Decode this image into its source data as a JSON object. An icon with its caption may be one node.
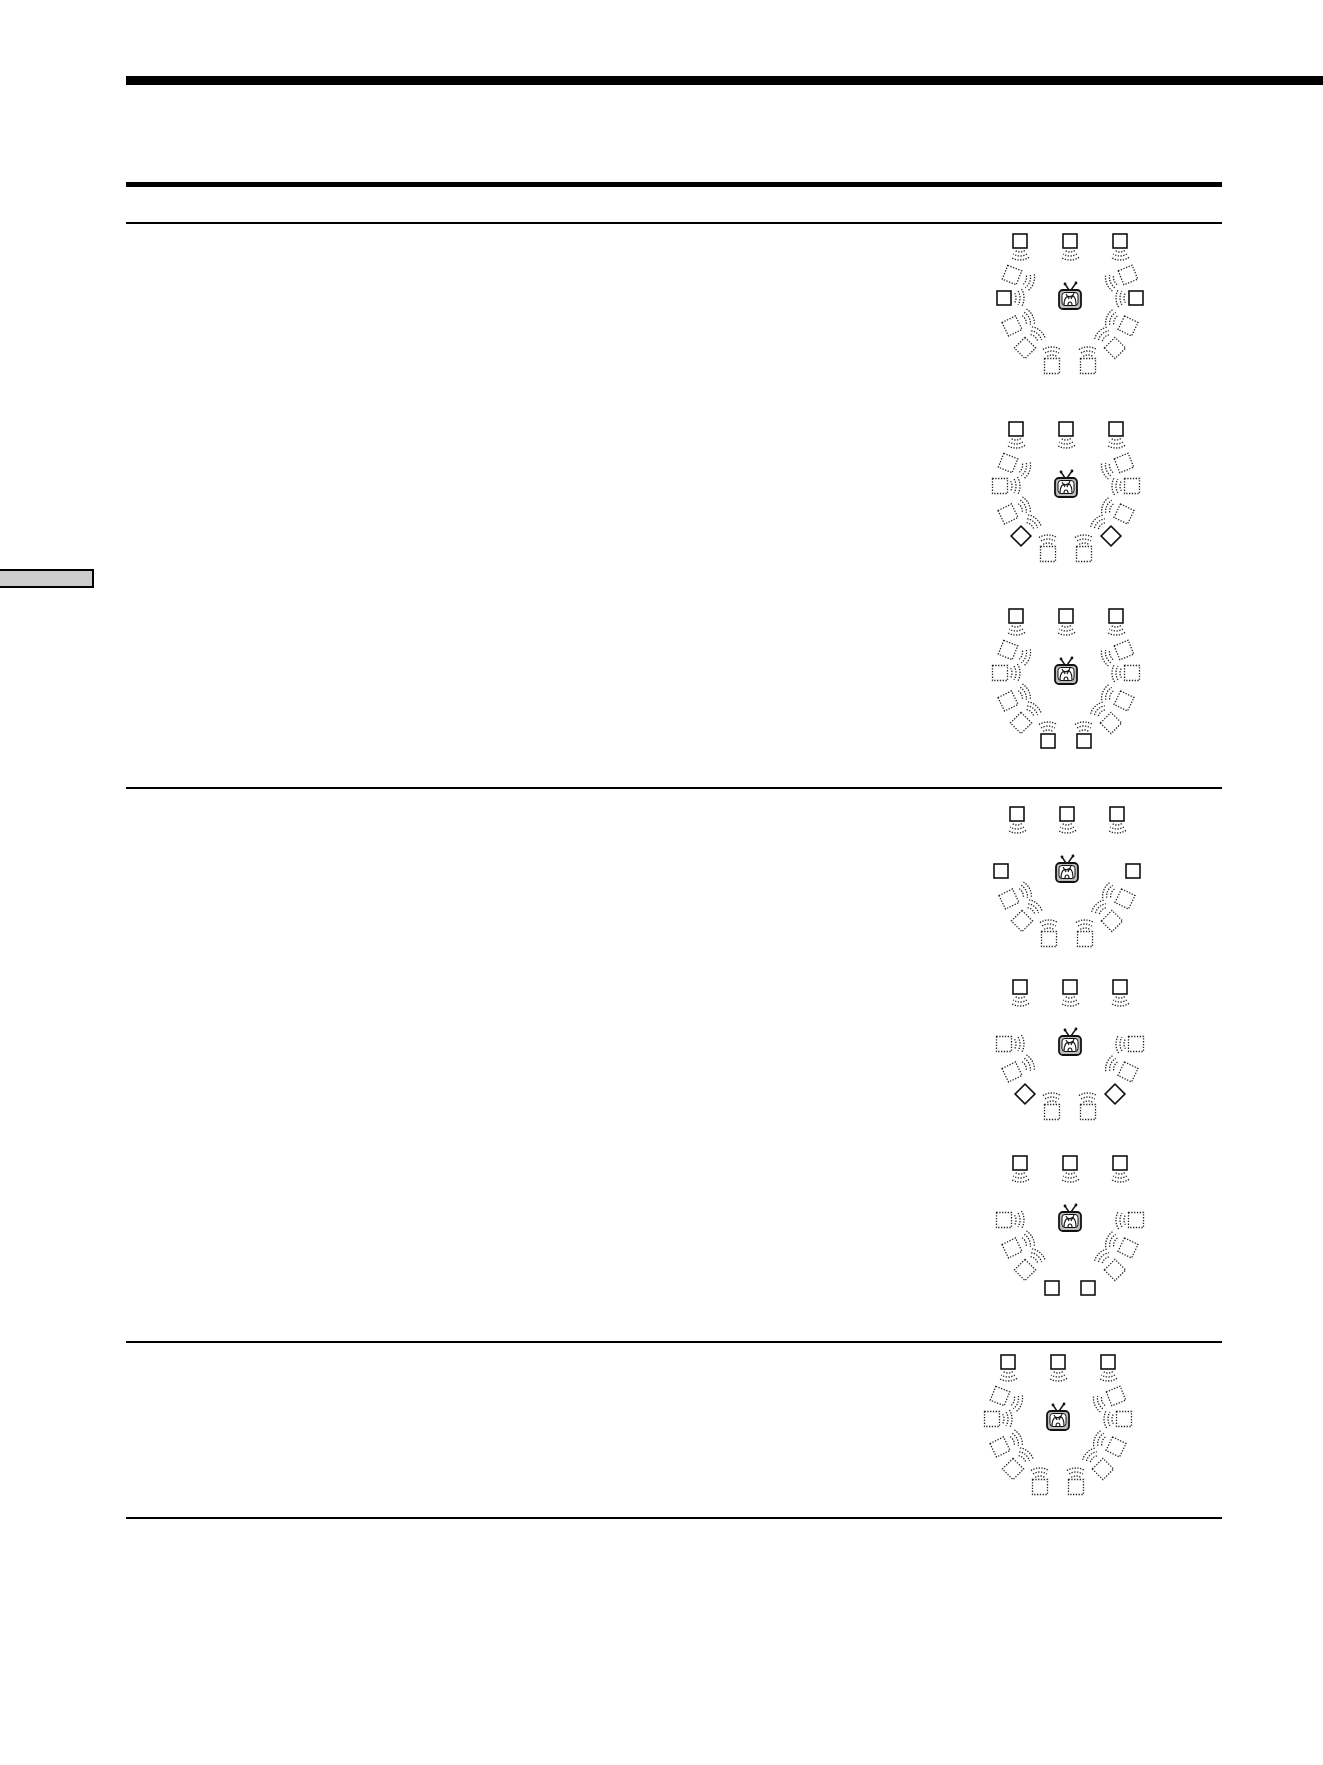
{
  "diagram": {
    "nodes": [
      {
        "text": [],
        "shape": "bar"
      },
      {
        "text": [],
        "shape": "picture"
      },
      {
        "text": [],
        "shape": "picture"
      },
      {
        "text": [],
        "shape": "picture"
      },
      {
        "text": [],
        "shape": "picture"
      },
      {
        "text": [],
        "shape": "picture"
      },
      {
        "text": [],
        "shape": "picture"
      },
      {
        "text": [],
        "shape": "picture"
      }
    ]
  }
}
